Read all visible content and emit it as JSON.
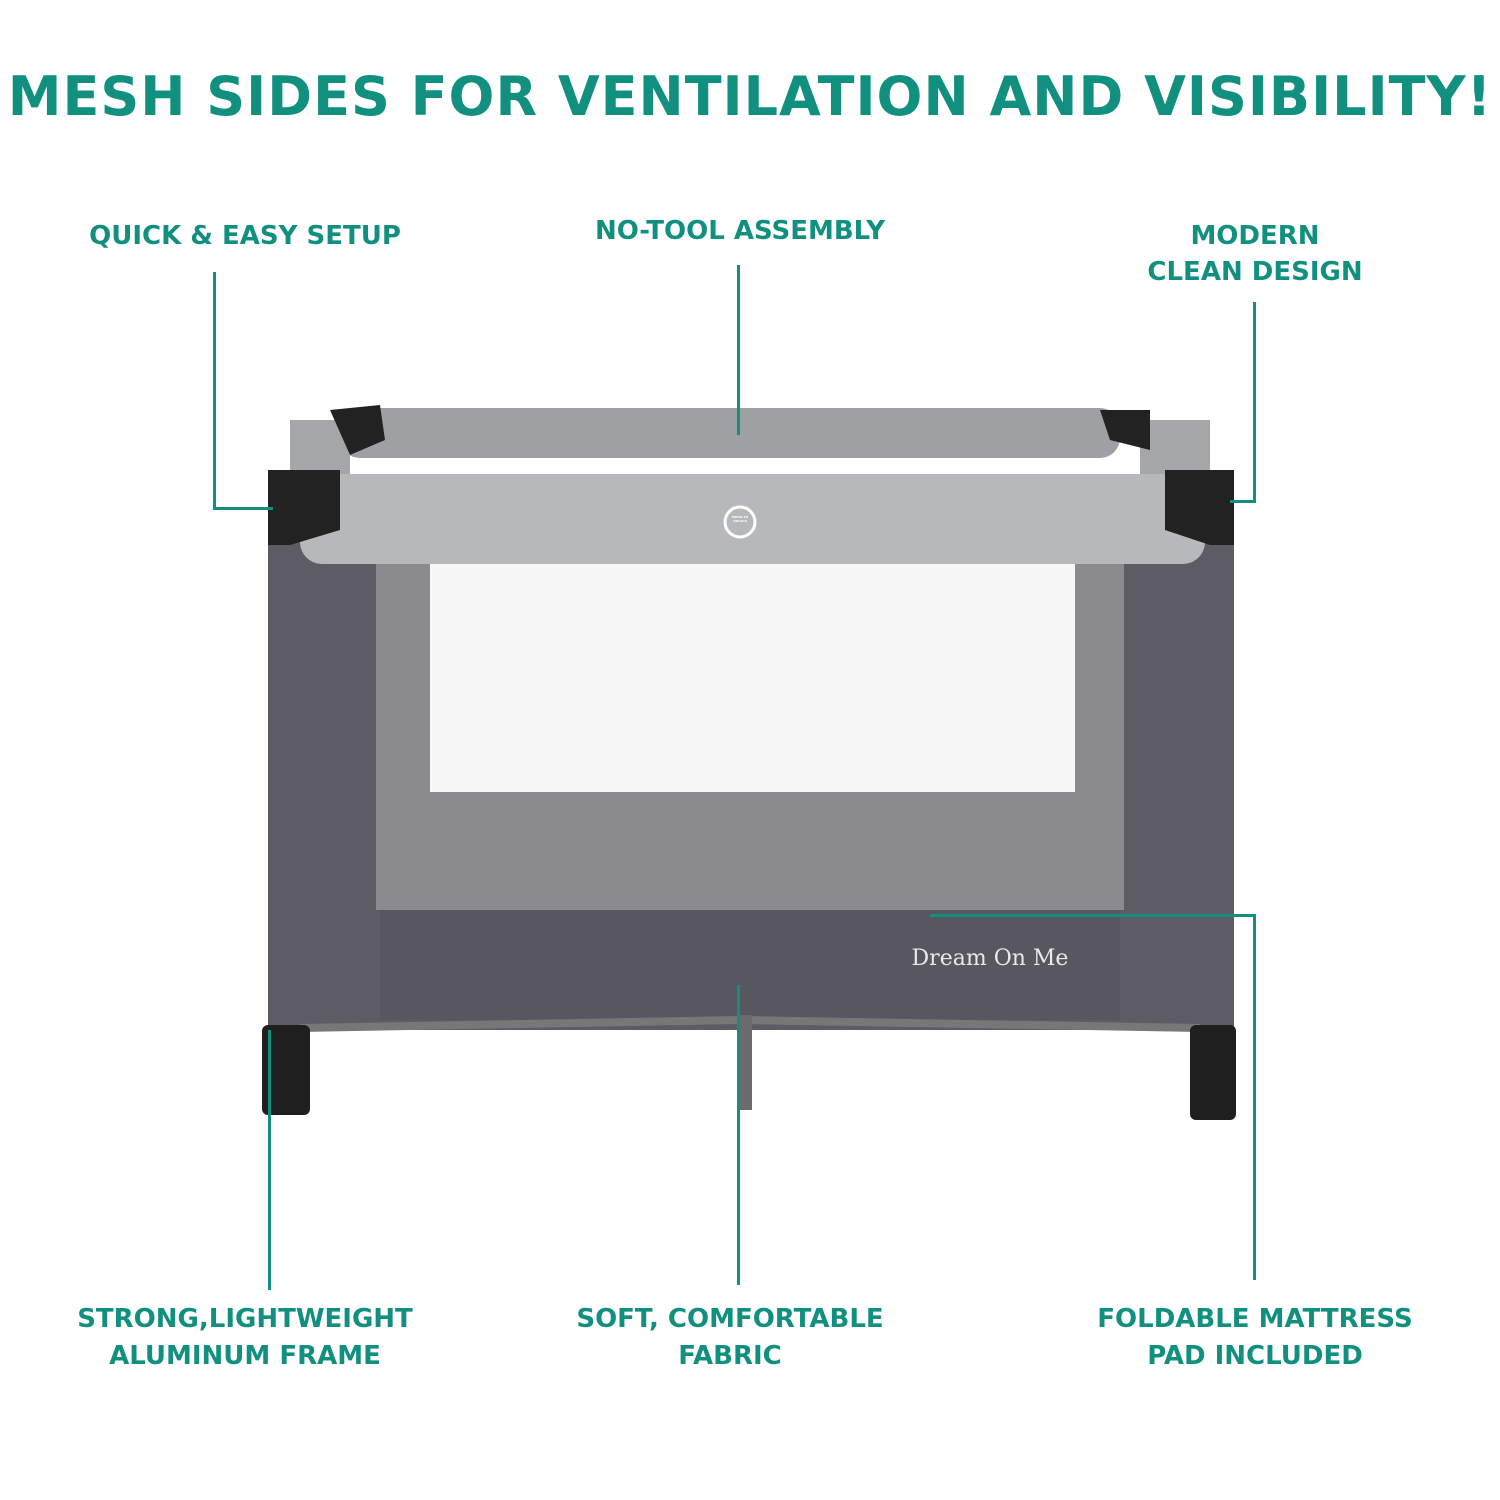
{
  "title": "MESH SIDES FOR VENTILATION AND VISIBILITY!",
  "callouts": {
    "top_left": "QUICK & EASY SETUP",
    "top_center": "NO-TOOL ASSEMBLY",
    "top_right_1": "MODERN",
    "top_right_2": "CLEAN DESIGN",
    "bottom_left_1": "STRONG,LIGHTWEIGHT",
    "bottom_left_2": "ALUMINUM FRAME",
    "bottom_center_1": "SOFT, COMFORTABLE",
    "bottom_center_2": "FABRIC",
    "bottom_right_1": "FOLDABLE MATTRESS",
    "bottom_right_2": "PAD INCLUDED"
  },
  "product": {
    "brand": "Dream On Me",
    "button_text": "PRESS TO UNLOCK"
  },
  "colors": {
    "accent": "#11907f",
    "fabric": "#5d5b63",
    "rail": "#b7b8ba"
  }
}
